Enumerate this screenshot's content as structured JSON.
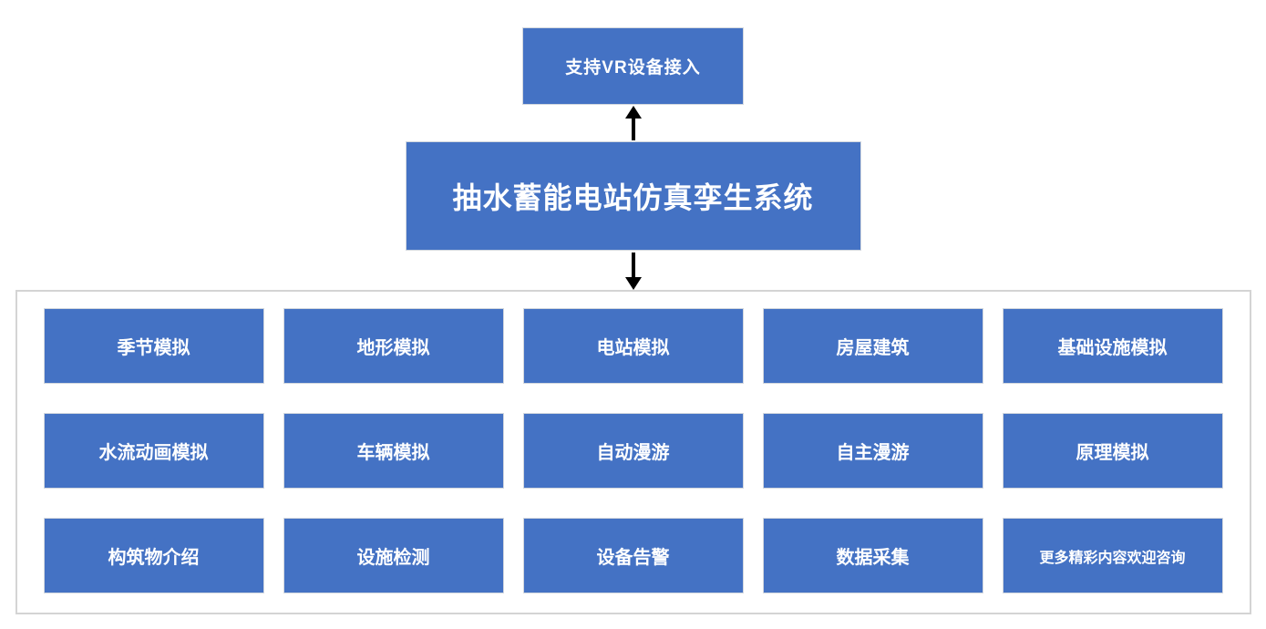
{
  "diagram": {
    "vr_box": {
      "label": "支持VR设备接入"
    },
    "main_box": {
      "label": "抽水蓄能电站仿真孪生系统"
    },
    "connectors": [
      {
        "name": "arrow-up",
        "direction": "up",
        "from": "main_box",
        "to": "vr_box"
      },
      {
        "name": "arrow-down",
        "direction": "down",
        "from": "main_box",
        "to": "feature_container"
      }
    ]
  },
  "features": [
    "季节模拟",
    "地形模拟",
    "电站模拟",
    "房屋建筑",
    "基础设施模拟",
    "水流动画模拟",
    "车辆模拟",
    "自动漫游",
    "自主漫游",
    "原理模拟",
    "构筑物介绍",
    "设施检测",
    "设备告警",
    "数据采集",
    "更多精彩内容欢迎咨询"
  ],
  "colors": {
    "box_fill": "#4472C4",
    "box_text": "#FFFFFF",
    "box_border": "#D2D7DE",
    "container_border": "#D4D4D4",
    "arrow": "#000000",
    "background": "#FFFFFF"
  }
}
